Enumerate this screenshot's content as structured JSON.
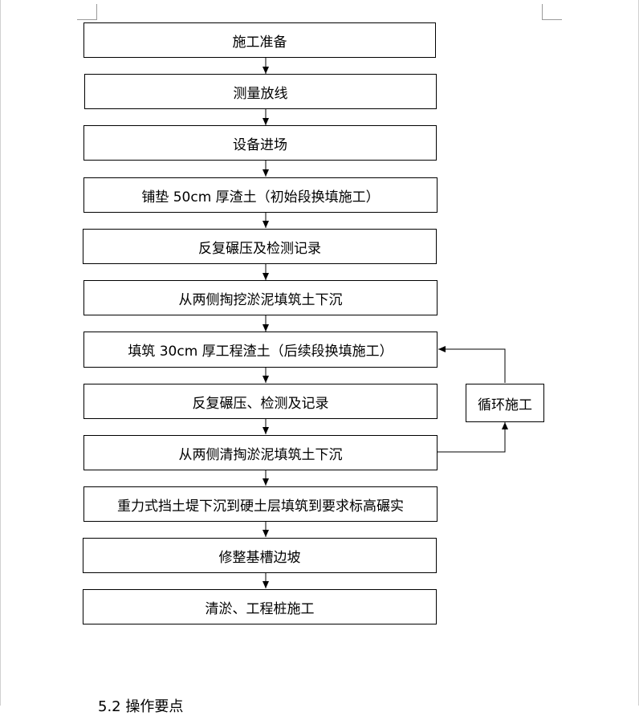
{
  "flowchart": {
    "steps": [
      "施工准备",
      "测量放线",
      "设备进场",
      "铺垫 50cm 厚渣土（初始段换填施工）",
      "反复碾压及检测记录",
      "从两侧掏挖淤泥填筑土下沉",
      "填筑 30cm 厚工程渣土（后续段换填施工）",
      "反复碾压、检测及记录",
      "从两侧清掏淤泥填筑土下沉",
      "重力式挡土堤下沉到硬土层填筑到要求标高碾实",
      "修整基槽边坡",
      "清淤、工程桩施工"
    ],
    "loop_label": "循环施工"
  },
  "document": {
    "section_heading": "5.2 操作要点"
  }
}
